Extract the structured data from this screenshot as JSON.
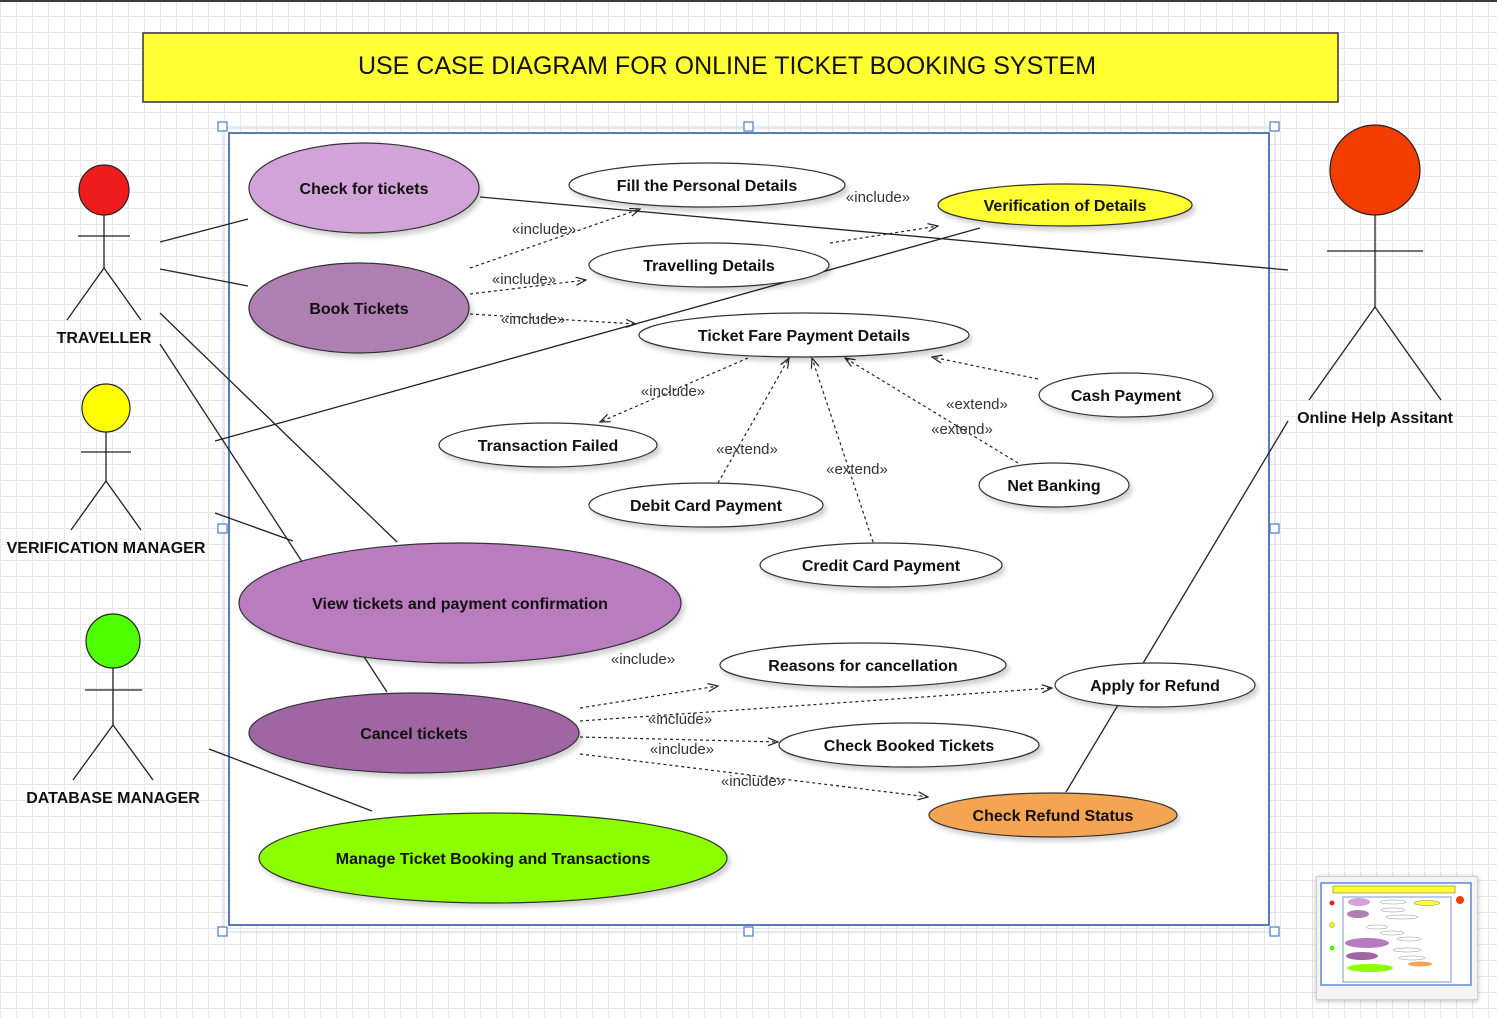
{
  "title": "USE CASE DIAGRAM FOR ONLINE TICKET BOOKING SYSTEM",
  "colors": {
    "title_bg": "#ffff33",
    "traveller": "#ee1c1c",
    "verification_manager": "#ffff00",
    "database_manager": "#4dff00",
    "online_help_assistant": "#f23c00",
    "check_for_tickets": "#d2a3d8",
    "book_tickets": "#b07fb2",
    "view_tickets": "#b87bbf",
    "cancel_tickets": "#a066a3",
    "manage_booking": "#8cff00",
    "verification_of_details": "#ffff33",
    "check_refund_status": "#f5a451",
    "selection": "#4a7cc9"
  },
  "actors": {
    "traveller": "TRAVELLER",
    "verification_manager": "VERIFICATION MANAGER",
    "database_manager": "DATABASE MANAGER",
    "online_help_assistant": "Online Help Assitant"
  },
  "use_cases": {
    "check_for_tickets": "Check for tickets",
    "book_tickets": "Book Tickets",
    "fill_personal_details": "Fill the Personal Details",
    "verification_of_details": "Verification of Details",
    "travelling_details": "Travelling Details",
    "ticket_fare_payment_details": "Ticket Fare Payment Details",
    "cash_payment": "Cash Payment",
    "transaction_failed": "Transaction Failed",
    "net_banking": "Net Banking",
    "debit_card_payment": "Debit Card Payment",
    "credit_card_payment": "Credit Card Payment",
    "view_tickets_payment_confirmation": "View tickets and payment confirmation",
    "reasons_for_cancellation": "Reasons for cancellation",
    "apply_for_refund": "Apply for Refund",
    "cancel_tickets": "Cancel tickets",
    "check_booked_tickets": "Check Booked Tickets",
    "check_refund_status": "Check Refund Status",
    "manage_ticket_booking": "Manage Ticket Booking and Transactions"
  },
  "relations": {
    "include": "«include»",
    "extend": "«extend»"
  }
}
